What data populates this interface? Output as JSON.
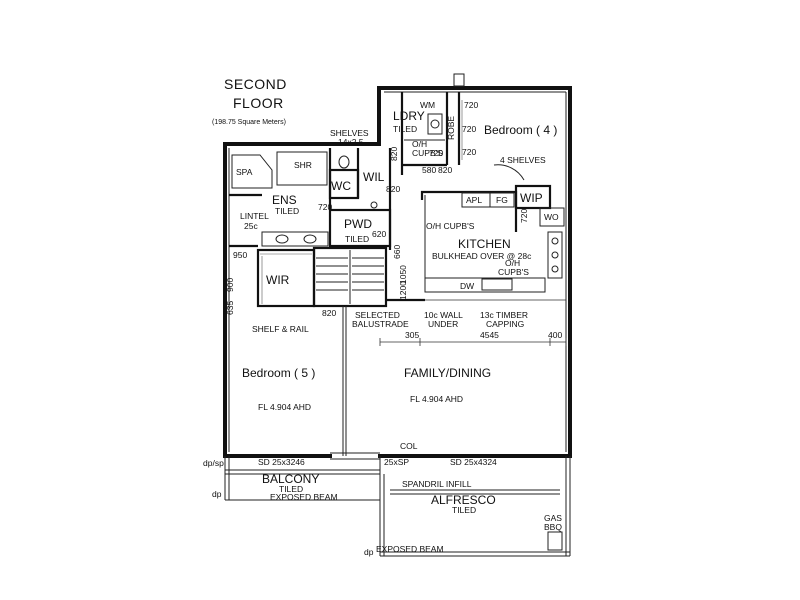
{
  "title": {
    "line1": "SECOND",
    "line2": "FLOOR",
    "area": "(198.75 Square Meters)"
  },
  "rooms": {
    "ldry": "LDRY",
    "ldry_finish": "TILED",
    "bed4": "Bedroom ( 4 )",
    "robe": "ROBE",
    "wm": "WM",
    "shelves_top": "SHELVES",
    "shelves_top_size": "14x2.5",
    "oh_cupbs_ldry": "O/H",
    "oh_cupbs_ldry2": "CUPB'S",
    "four_shelves": "4 SHELVES",
    "spa": "SPA",
    "shr": "SHR",
    "wc": "WC",
    "wil": "WIL",
    "ens": "ENS",
    "ens_finish": "TILED",
    "wip": "WIP",
    "wo": "WO",
    "apl": "APL",
    "fg": "FG",
    "pwd": "PWD",
    "pwd_finish": "TILED",
    "lintel": "LINTEL",
    "lintel_size": "25c",
    "oh_cupbs_kitchen": "O/H CUPB'S",
    "kitchen": "KITCHEN",
    "bulkhead": "BULKHEAD OVER @ 28c",
    "oh_cupbs_k2a": "O/H",
    "oh_cupbs_k2b": "CUPB'S",
    "wir": "WIR",
    "dw": "DW",
    "shelf_rail": "SHELF & RAIL",
    "balustrade1": "SELECTED",
    "balustrade2": "BALUSTRADE",
    "wall_under1": "10c WALL",
    "wall_under2": "UNDER",
    "timber1": "13c TIMBER",
    "timber2": "CAPPING",
    "bed5": "Bedroom ( 5 )",
    "bed5_fl": "FL  4.904 AHD",
    "family": "FAMILY/DINING",
    "family_fl": "FL  4.904 AHD",
    "col": "COL",
    "sd1": "SD 25x3246",
    "sp": "25xSP",
    "sd2": "SD 25x4324",
    "dpsp": "dp/sp",
    "dp1": "dp",
    "dp2": "dp",
    "balcony": "BALCONY",
    "balcony_finish": "TILED",
    "spandril": "SPANDRIL INFILL",
    "exposed1": "EXPOSED BEAM",
    "alfresco": "ALFRESCO",
    "alfresco_finish": "TILED",
    "gas1": "GAS",
    "gas2": "BBQ",
    "exposed2": "EXPOSED BEAM"
  },
  "dimensions": {
    "d720a": "720",
    "d720b": "720",
    "d720c": "720",
    "d720d": "720",
    "d820a": "820",
    "d580": "580",
    "d820b": "820",
    "d820c": "820",
    "d720e": "720",
    "d620": "620",
    "d720f": "720",
    "d950": "950",
    "d635": "635",
    "d900": "900",
    "d1050": "1050",
    "d660": "660",
    "d1200": "1200",
    "d820d": "820",
    "d305": "305",
    "d4545": "4545",
    "d400": "400"
  }
}
